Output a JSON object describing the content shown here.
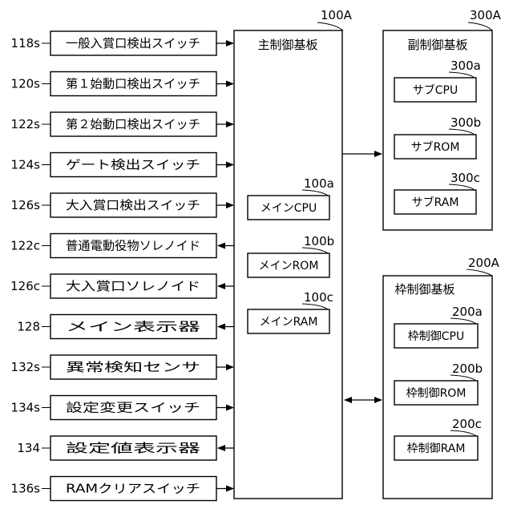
{
  "inputs": [
    {
      "ref": "118s",
      "label": "一般入賞口検出スイッチ"
    },
    {
      "ref": "120s",
      "label": "第１始動口検出スイッチ"
    },
    {
      "ref": "122s",
      "label": "第２始動口検出スイッチ"
    },
    {
      "ref": "124s",
      "label": "ゲート検出スイッチ"
    },
    {
      "ref": "126s",
      "label": "大入賞口検出スイッチ"
    },
    {
      "ref": "122c",
      "label": "普通電動役物ソレノイド"
    },
    {
      "ref": "126c",
      "label": "大入賞口ソレノイド"
    },
    {
      "ref": "128",
      "label": "メイン表示器"
    },
    {
      "ref": "132s",
      "label": "異常検知センサ"
    },
    {
      "ref": "134s",
      "label": "設定変更スイッチ"
    },
    {
      "ref": "134",
      "label": "設定値表示器"
    },
    {
      "ref": "136s",
      "label": "RAMクリアスイッチ"
    }
  ],
  "main_board": {
    "ref": "100A",
    "title": "主制御基板",
    "components": [
      {
        "ref": "100a",
        "label": "メインCPU"
      },
      {
        "ref": "100b",
        "label": "メインROM"
      },
      {
        "ref": "100c",
        "label": "メインRAM"
      }
    ]
  },
  "sub_board": {
    "ref": "300A",
    "title": "副制御基板",
    "components": [
      {
        "ref": "300a",
        "label": "サブCPU"
      },
      {
        "ref": "300b",
        "label": "サブROM"
      },
      {
        "ref": "300c",
        "label": "サブRAM"
      }
    ]
  },
  "frame_board": {
    "ref": "200A",
    "title": "枠制御基板",
    "components": [
      {
        "ref": "200a",
        "label": "枠制御CPU"
      },
      {
        "ref": "200b",
        "label": "枠制御ROM"
      },
      {
        "ref": "200c",
        "label": "枠制御RAM"
      }
    ]
  }
}
